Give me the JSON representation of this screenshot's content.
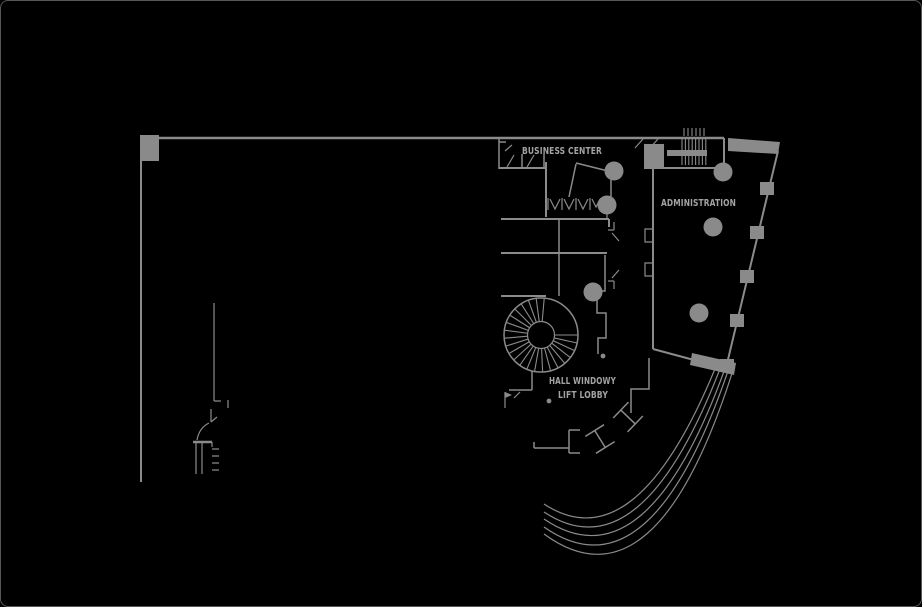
{
  "colors": {
    "background": "#000000",
    "line": "#8b8b8b",
    "solid_fill": "#8a8a8a",
    "label_text": "#a3a3a3",
    "frame_border": "#565656"
  },
  "labels": {
    "business_center": "BUSINESS CENTER",
    "administration": "ADMINISTRATION",
    "hall_windowy": "HALL WINDOWY",
    "lift_lobby": "LIFT LOBBY"
  },
  "features": [
    "perimeter-walls",
    "top-left-corner-column",
    "business-center-room",
    "wardrobe-rack",
    "round-columns",
    "main-staircase",
    "administration-room",
    "slanted-facade-wall-with-pilasters",
    "spiral-staircase",
    "lift-shaft",
    "lift-doors",
    "curved-glass-facade-arcs",
    "service-stair-detail"
  ]
}
